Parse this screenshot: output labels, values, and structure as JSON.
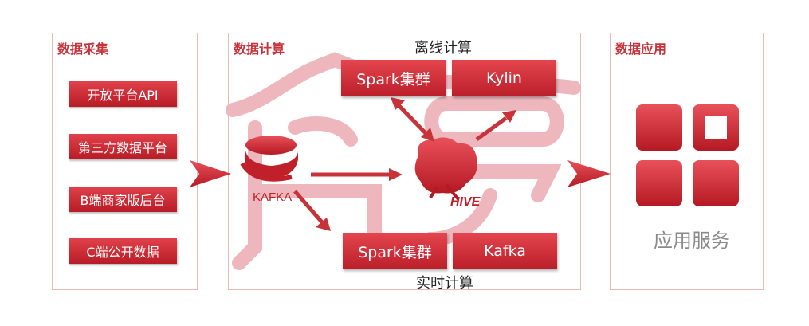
{
  "panels": {
    "collection": {
      "title": "数据采集"
    },
    "compute": {
      "title": "数据计算"
    },
    "application": {
      "title": "数据应用"
    }
  },
  "sources": [
    "开放平台API",
    "第三方数据平台",
    "B端商家版后台",
    "C端公开数据"
  ],
  "offline": {
    "title": "离线计算",
    "spark": "Spark集群",
    "kylin": "Kylin"
  },
  "realtime": {
    "title": "实时计算",
    "spark": "Spark集群",
    "kafka": "Kafka"
  },
  "kafka_logo": {
    "text": "KAFKA"
  },
  "hive_logo": {
    "text": "HIVE"
  },
  "app": {
    "label": "应用服务"
  },
  "colors": {
    "accent": "#c8333a",
    "watermark": "#e8a0a8",
    "border": "#e8bcb4"
  },
  "icons": [
    "kafka-logo-icon",
    "hive-logo-icon",
    "arrow-right-icon",
    "app-grid-icon",
    "watermark-logo"
  ]
}
